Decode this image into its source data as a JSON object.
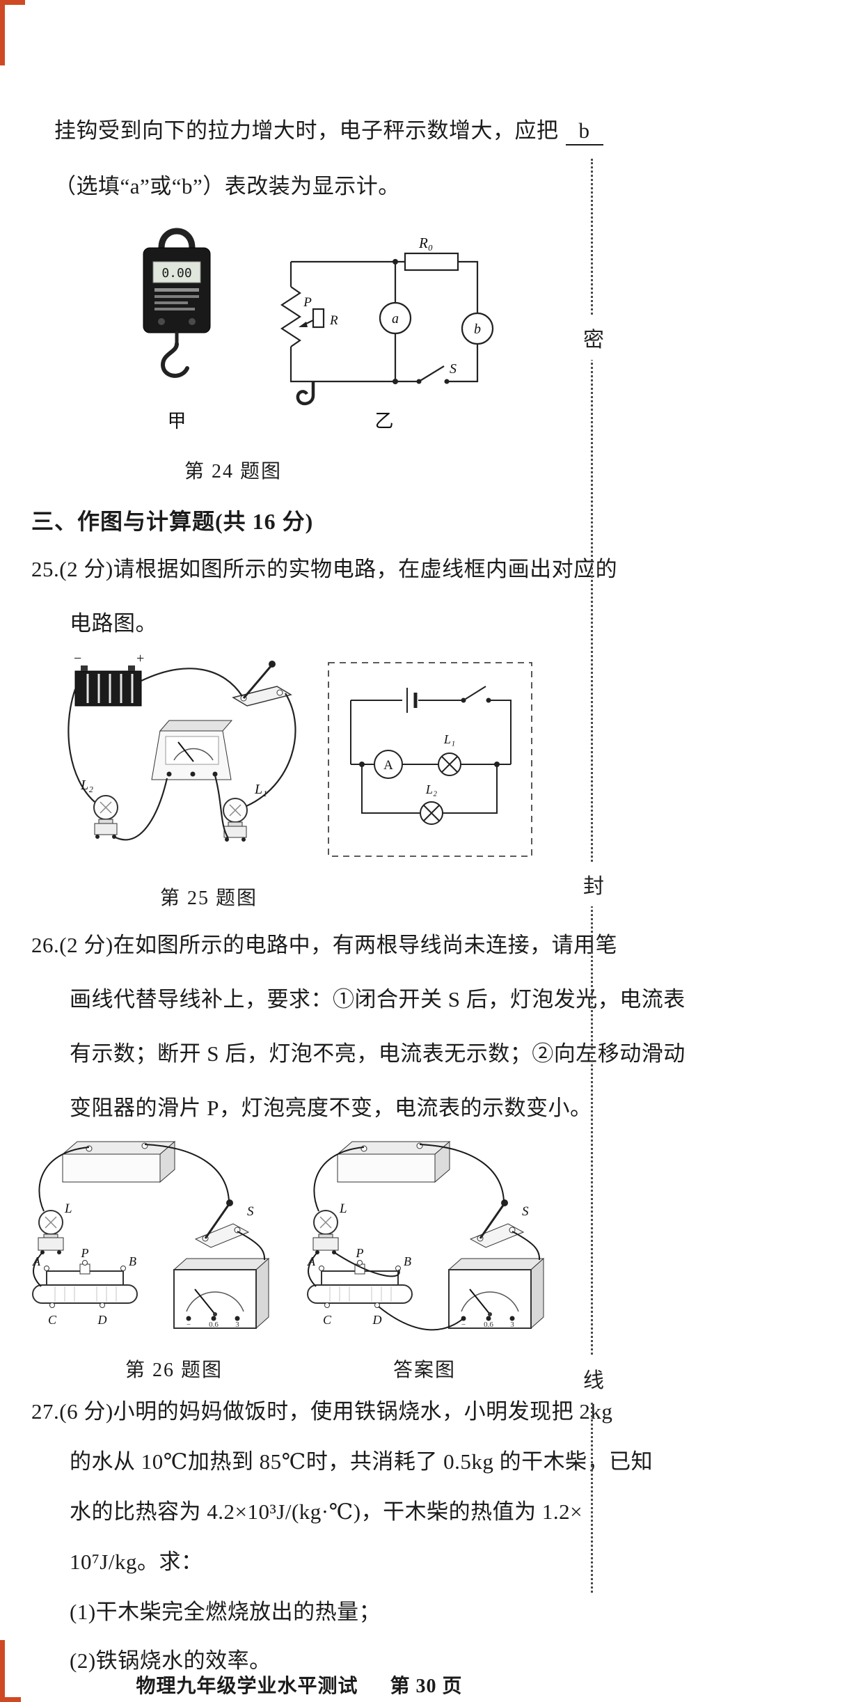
{
  "page": {
    "footer_left": "物理九年级学业水平测试",
    "footer_right": "第 30 页",
    "seal_chars": [
      "密",
      "封",
      "线"
    ],
    "colors": {
      "crop_mark": "#cf4a24",
      "text": "#1b1b1b"
    }
  },
  "q24": {
    "line1": "挂钩受到向下的拉力增大时，电子秤示数增大，应把",
    "answer": "b",
    "line2": "（选填“a”或“b”）表改装为显示计。",
    "caption": "第 24 题图",
    "fig": {
      "scale_display": "0.00",
      "label_jia": "甲",
      "label_yi": "乙",
      "label_R0": "R₀",
      "label_a": "a",
      "label_b": "b",
      "label_P": "P",
      "label_R": "R",
      "label_S": "S"
    }
  },
  "section": {
    "heading": "三、作图与计算题(共 16 分)"
  },
  "q25": {
    "line1": "25.(2 分)请根据如图所示的实物电路，在虚线框内画出对应的",
    "line2": "电路图。",
    "caption": "第 25 题图",
    "fig": {
      "label_minus": "−",
      "label_plus": "+",
      "label_L1_real": "L₁",
      "label_L2_real": "L₂",
      "label_A": "A",
      "label_L1": "L₁",
      "label_L2": "L₂"
    }
  },
  "q26": {
    "line1": "26.(2 分)在如图所示的电路中，有两根导线尚未连接，请用笔",
    "line2": "画线代替导线补上，要求：①闭合开关 S 后，灯泡发光，电流表",
    "line3": "有示数；断开 S 后，灯泡不亮，电流表无示数；②向左移动滑动",
    "line4": "变阻器的滑片 P，灯泡亮度不变，电流表的示数变小。",
    "caption_left": "第 26 题图",
    "caption_right": "答案图",
    "fig": {
      "label_L": "L",
      "label_S": "S",
      "label_A": "A",
      "label_P": "P",
      "label_B": "B",
      "label_C": "C",
      "label_D": "D",
      "meter_minus": "−",
      "meter_06": "0.6",
      "meter_3": "3"
    }
  },
  "q27": {
    "line1": "27.(6 分)小明的妈妈做饭时，使用铁锅烧水，小明发现把 2kg",
    "line2": "的水从 10℃加热到 85℃时，共消耗了 0.5kg 的干木柴，已知",
    "line3": "水的比热容为 4.2×10³J/(kg·℃)，干木柴的热值为 1.2×",
    "line4": "10⁷J/kg。求：",
    "sub1": "(1)干木柴完全燃烧放出的热量；",
    "sub2": "(2)铁锅烧水的效率。"
  }
}
